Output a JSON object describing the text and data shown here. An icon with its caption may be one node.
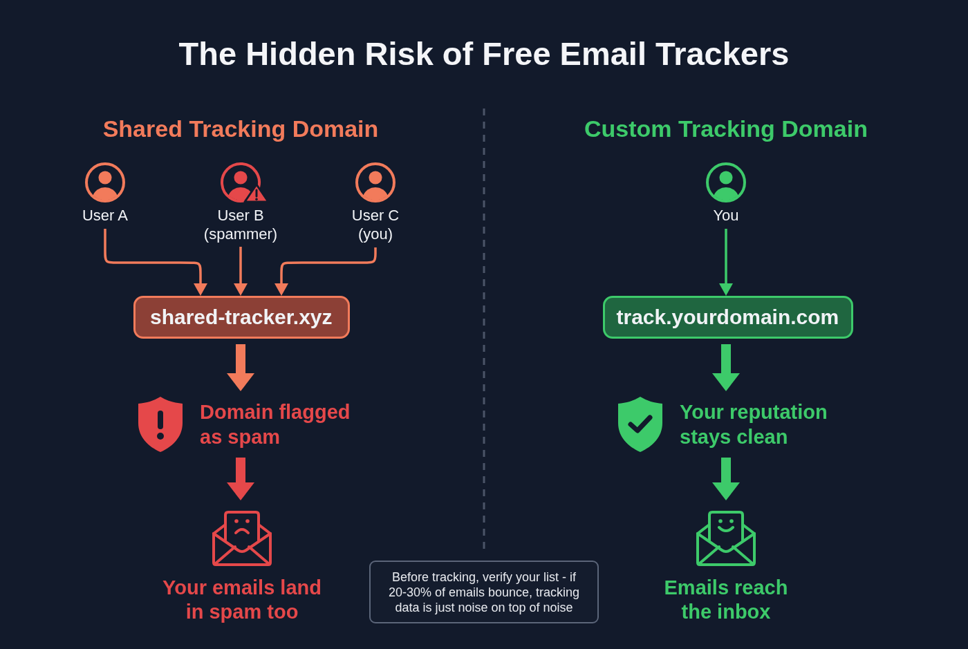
{
  "diagram": {
    "title": "The Hidden Risk of Free Email Trackers",
    "nodes": [
      {
        "text": [
          "User A"
        ]
      },
      {
        "text": [
          "User B (spammer)"
        ]
      },
      {
        "text": [
          "User C (you)"
        ]
      },
      {
        "text": [
          "shared-tracker.xyz"
        ]
      },
      {
        "text": [
          "Domain flagged as spam"
        ]
      },
      {
        "text": [
          "Your emails land in spam too"
        ]
      },
      {
        "text": [
          "You"
        ]
      },
      {
        "text": [
          "track.yourdomain.com"
        ]
      },
      {
        "text": [
          "Your reputation stays clean"
        ]
      },
      {
        "text": [
          "Emails reach the inbox"
        ]
      },
      {
        "text": [
          "Before tracking, verify your list - if 20-30% of emails bounce, tracking data is just noise on top of noise"
        ]
      }
    ],
    "edges": [
      {
        "from": 0,
        "to": 3,
        "arrow": "to"
      },
      {
        "from": 1,
        "to": 3,
        "arrow": "to"
      },
      {
        "from": 2,
        "to": 3,
        "arrow": "to"
      },
      {
        "from": 3,
        "to": 4,
        "arrow": "to",
        "style": "thick"
      },
      {
        "from": 4,
        "to": 5,
        "arrow": "to",
        "style": "thick",
        "color": "#e5484a"
      },
      {
        "from": 6,
        "to": 7,
        "arrow": "to",
        "color": "#3dca6a"
      },
      {
        "from": 7,
        "to": 8,
        "arrow": "to",
        "style": "thick",
        "color": "#3dca6a"
      },
      {
        "from": 8,
        "to": 9,
        "arrow": "to",
        "style": "thick",
        "color": "#3dca6a"
      }
    ],
    "labels": [
      "Shared Tracking Domain",
      "Custom Tracking Domain"
    ]
  }
}
